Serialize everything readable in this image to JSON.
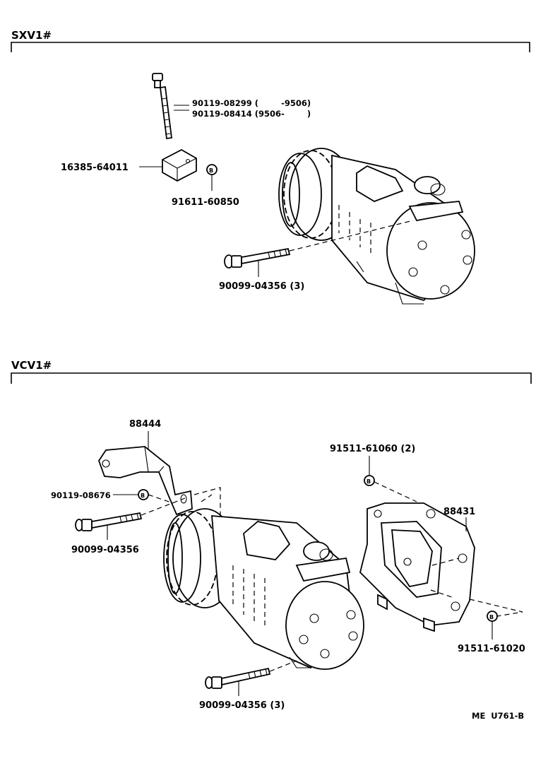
{
  "sections": [
    {
      "title": "SXV1#",
      "labels": {
        "bolt_a": "90119-08299 (        -9506)",
        "bolt_b": "90119-08414 (9506-        )",
        "spacer": "16385-64011",
        "nut": "91611-60850",
        "mount_bolt": "90099-04356 (3)"
      }
    },
    {
      "title": "VCV1#",
      "labels": {
        "bracket_top": "88444",
        "bolt_small": "90119-08676",
        "bolt_long": "90099-04356",
        "nut_top": "91511-61060 (2)",
        "bracket_rear": "88431",
        "nut_rear": "91511-61020",
        "mount_bolt": "90099-04356 (3)"
      }
    }
  ],
  "footer_code": "ME  U761-B"
}
